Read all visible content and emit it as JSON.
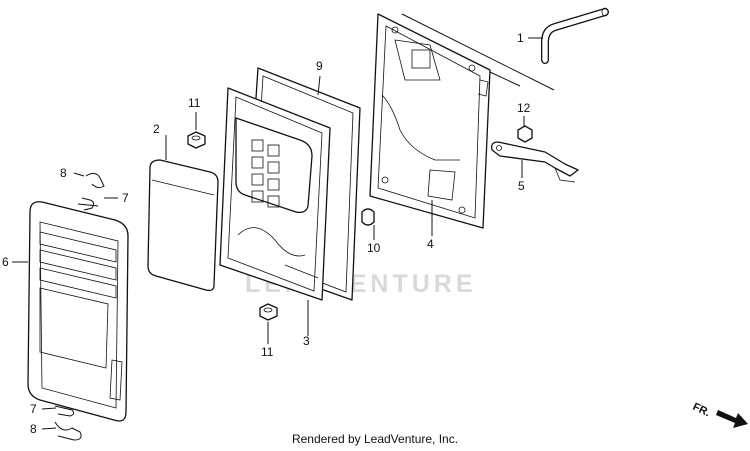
{
  "watermark": "LEADVENTURE",
  "caption": "Rendered by LeadVenture, Inc.",
  "direction_mark": "FR.",
  "callouts": [
    {
      "id": "callout-1",
      "text": "1"
    },
    {
      "id": "callout-2",
      "text": "2"
    },
    {
      "id": "callout-3",
      "text": "3"
    },
    {
      "id": "callout-4",
      "text": "4"
    },
    {
      "id": "callout-5",
      "text": "5"
    },
    {
      "id": "callout-6",
      "text": "6"
    },
    {
      "id": "callout-7-top",
      "text": "7"
    },
    {
      "id": "callout-7-bottom",
      "text": "7"
    },
    {
      "id": "callout-8-top",
      "text": "8"
    },
    {
      "id": "callout-8-bottom",
      "text": "8"
    },
    {
      "id": "callout-9",
      "text": "9"
    },
    {
      "id": "callout-10",
      "text": "10"
    },
    {
      "id": "callout-11-top",
      "text": "11"
    },
    {
      "id": "callout-11-bottom",
      "text": "11"
    },
    {
      "id": "callout-12",
      "text": "12"
    }
  ]
}
